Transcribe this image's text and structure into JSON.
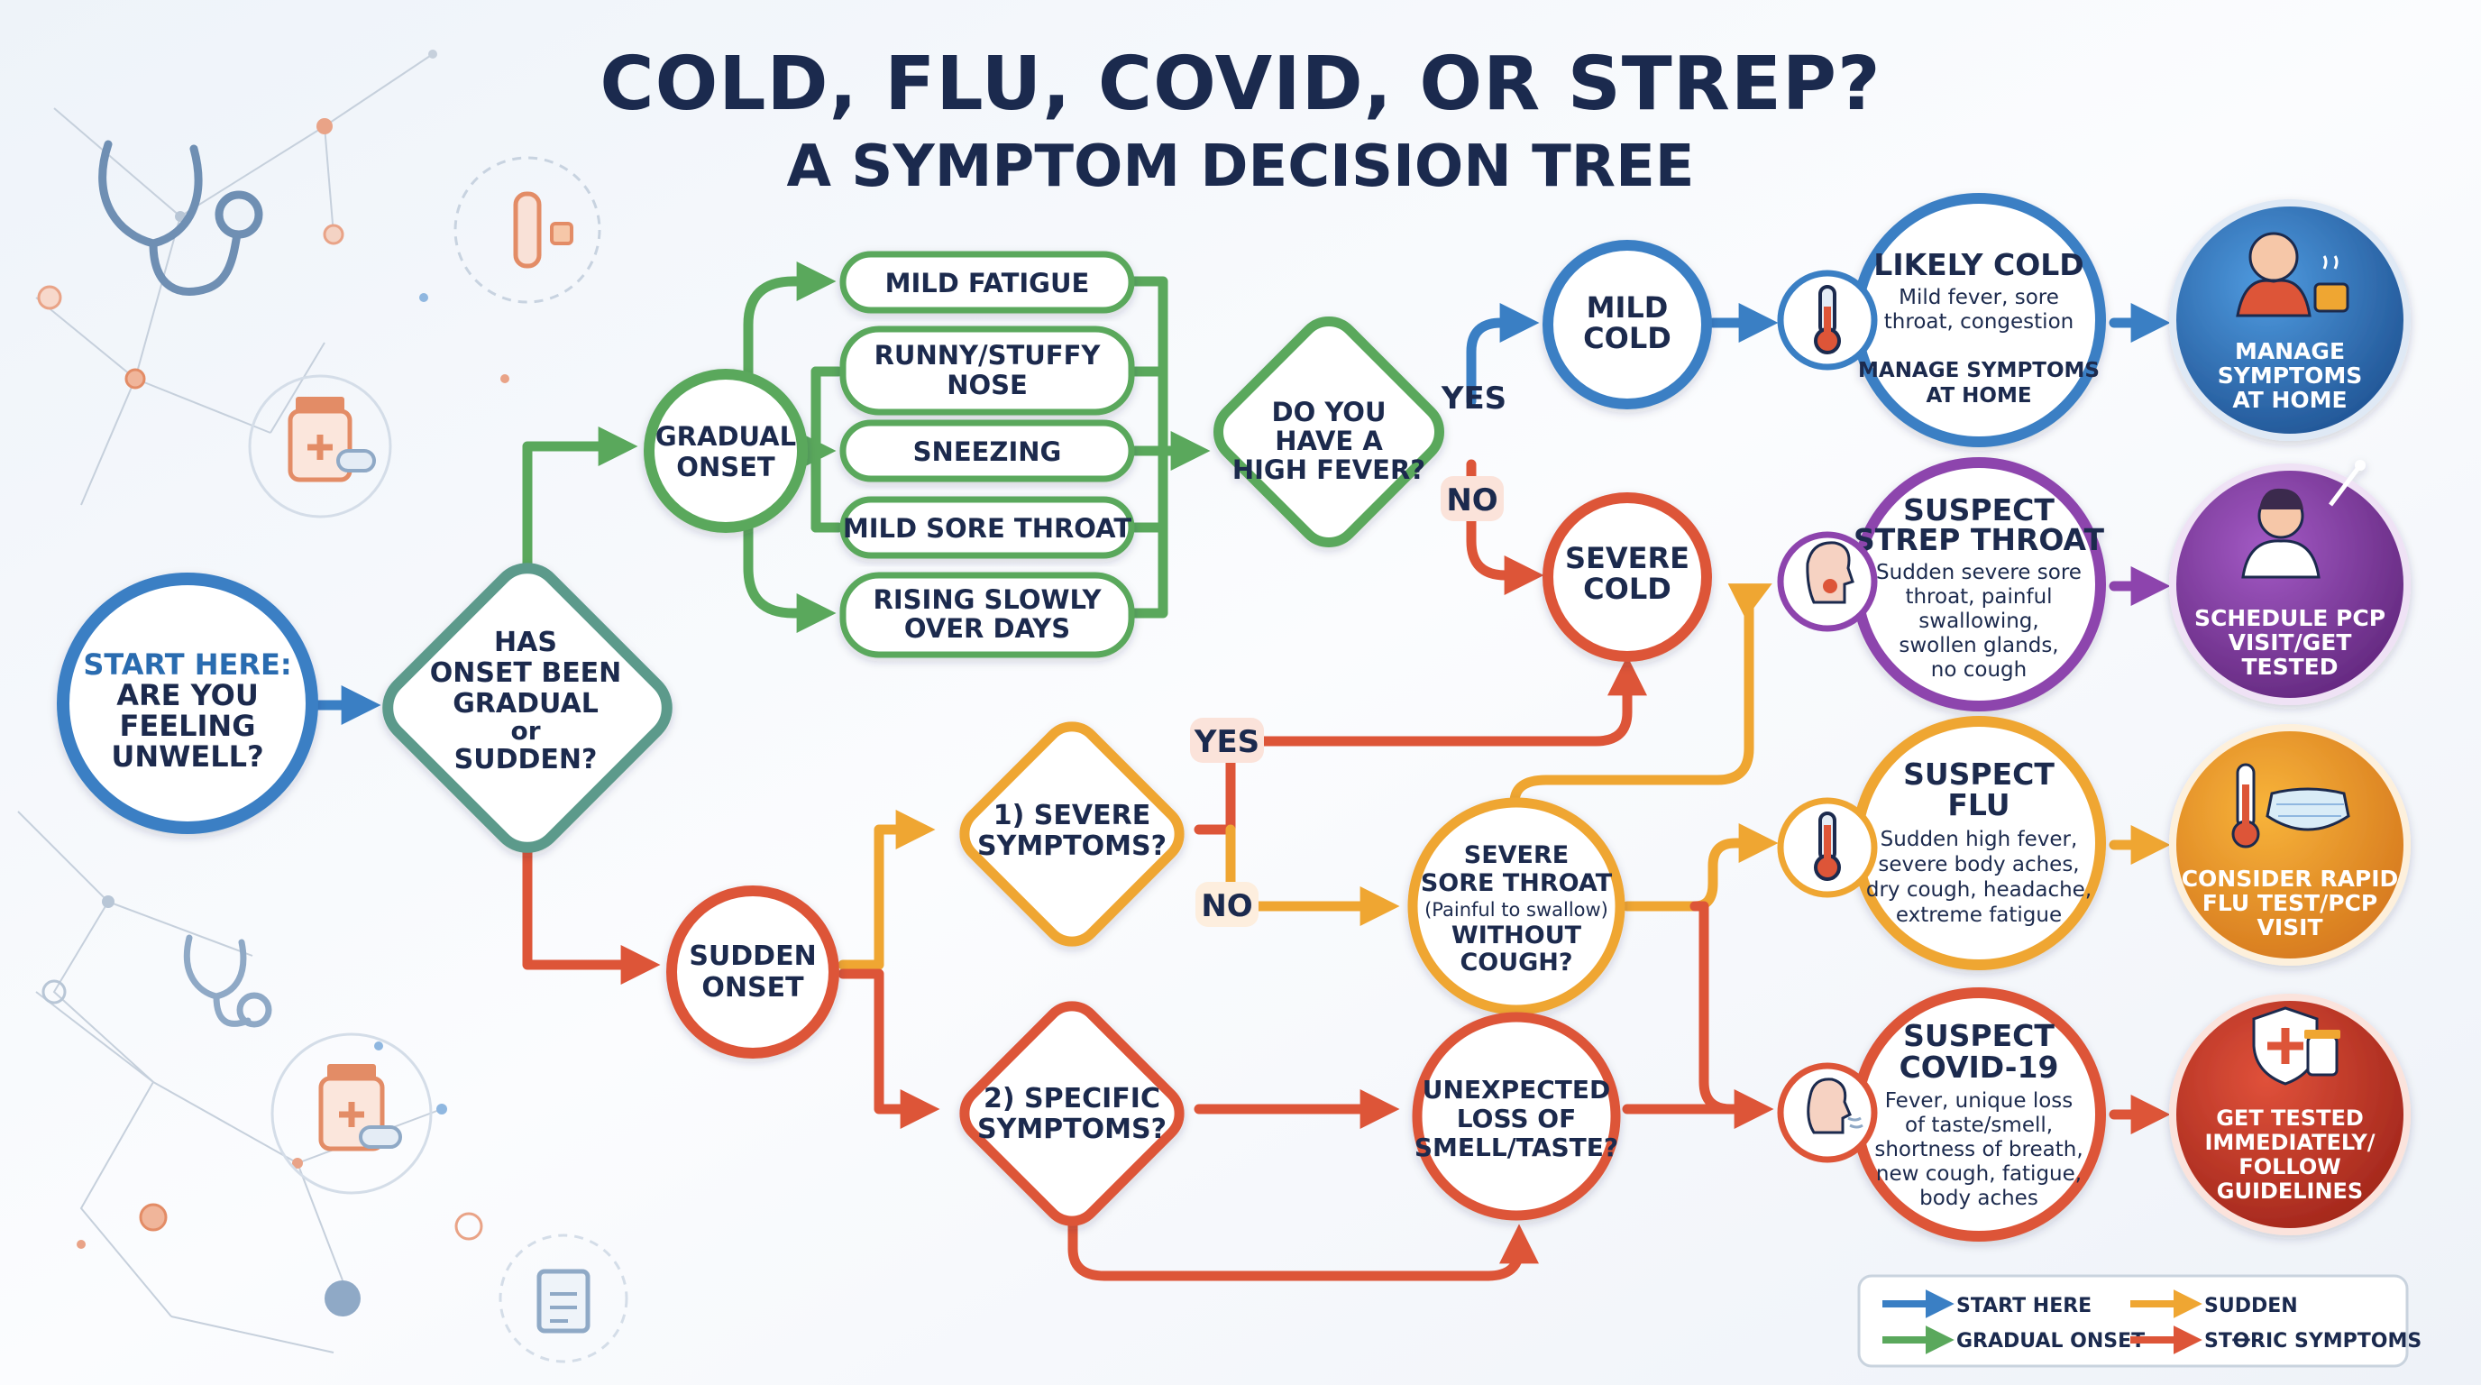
{
  "title": "COLD, FLU, COVID, OR STREP?",
  "subtitle": "A SYMPTOM DECISION TREE",
  "colors": {
    "blue": "#3a7fc4",
    "green": "#5aa85c",
    "orange": "#efa632",
    "red": "#dd5538",
    "purple": "#8d44ad",
    "navy": "#1b2a4e"
  },
  "nodes": {
    "start": {
      "line1": "START HERE:",
      "line2": "ARE YOU",
      "line3": "FEELING",
      "line4": "UNWELL?"
    },
    "onset": {
      "line1": "HAS",
      "line2": "ONSET BEEN",
      "line3": "GRADUAL",
      "line4": "or",
      "line5": "SUDDEN?"
    },
    "gradual": {
      "line1": "GRADUAL",
      "line2": "ONSET"
    },
    "sudden": {
      "line1": "SUDDEN",
      "line2": "ONSET"
    },
    "symptoms_gradual": [
      {
        "line1": "MILD FATIGUE",
        "line2": ""
      },
      {
        "line1": "RUNNY/STUFFY",
        "line2": "NOSE"
      },
      {
        "line1": "SNEEZING",
        "line2": ""
      },
      {
        "line1": "MILD SORE THROAT",
        "line2": ""
      },
      {
        "line1": "RISING SLOWLY",
        "line2": "OVER DAYS"
      }
    ],
    "fever_q": {
      "line1": "DO YOU",
      "line2": "HAVE A",
      "line3": "HIGH FEVER?"
    },
    "yes_label": "YES",
    "no_label": "NO",
    "mild_cold": {
      "line1": "MILD",
      "line2": "COLD"
    },
    "severe_cold": {
      "line1": "SEVERE",
      "line2": "COLD"
    },
    "severe_q": {
      "line1": "1) SEVERE",
      "line2": "SYMPTOMS?"
    },
    "specific_q": {
      "line1": "2) SPECIFIC",
      "line2": "SYMPTOMS?"
    },
    "sore_throat_q": {
      "line1": "SEVERE",
      "line2": "SORE THROAT",
      "line3": "(Painful to swallow)",
      "line4": "WITHOUT",
      "line5": "COUGH?"
    },
    "smell_q": {
      "line1": "UNEXPECTED",
      "line2": "LOSS OF",
      "line3": "SMELL/TASTE?"
    }
  },
  "outcomes": [
    {
      "title1": "LIKELY COLD",
      "title2": "",
      "desc": [
        "Mild fever, sore",
        "throat, congestion"
      ],
      "extra": [
        "MANAGE SYMPTOMS",
        "AT HOME"
      ],
      "icon": "thermometer-icon",
      "action": [
        "MANAGE",
        "SYMPTOMS",
        "AT HOME"
      ],
      "action_icon": "sick-person-tea-icon"
    },
    {
      "title1": "SUSPECT",
      "title2": "STREP THROAT",
      "desc": [
        "Sudden severe sore",
        "throat, painful",
        "swallowing,",
        "swollen glands,",
        "no cough"
      ],
      "extra": [],
      "icon": "sore-throat-icon",
      "action": [
        "SCHEDULE PCP",
        "VISIT/GET",
        "TESTED"
      ],
      "action_icon": "doctor-swab-icon"
    },
    {
      "title1": "SUSPECT",
      "title2": "FLU",
      "desc": [
        "Sudden high fever,",
        "severe body aches,",
        "dry cough, headache,",
        "extreme fatigue"
      ],
      "extra": [],
      "icon": "thermometer-icon",
      "action": [
        "CONSIDER RAPID",
        "FLU TEST/PCP",
        "VISIT"
      ],
      "action_icon": "thermometer-mask-icon"
    },
    {
      "title1": "SUSPECT",
      "title2": "COVID-19",
      "desc": [
        "Fever, unique loss",
        "of taste/smell,",
        "shortness of breath,",
        "new cough, fatigue,",
        "body aches"
      ],
      "extra": [],
      "icon": "coughing-person-icon",
      "action": [
        "GET TESTED",
        "IMMEDIATELY/",
        "FOLLOW",
        "GUIDELINES"
      ],
      "action_icon": "shield-medicine-icon"
    }
  ],
  "legend": [
    {
      "label": "START HERE",
      "color": "#3a7fc4"
    },
    {
      "label": "SUDDEN",
      "color": "#efa632"
    },
    {
      "label": "GRADUAL ONSET",
      "color": "#5aa85c"
    },
    {
      "label": "STꝊRIC SYMPTOMS",
      "color": "#dd5538"
    }
  ]
}
